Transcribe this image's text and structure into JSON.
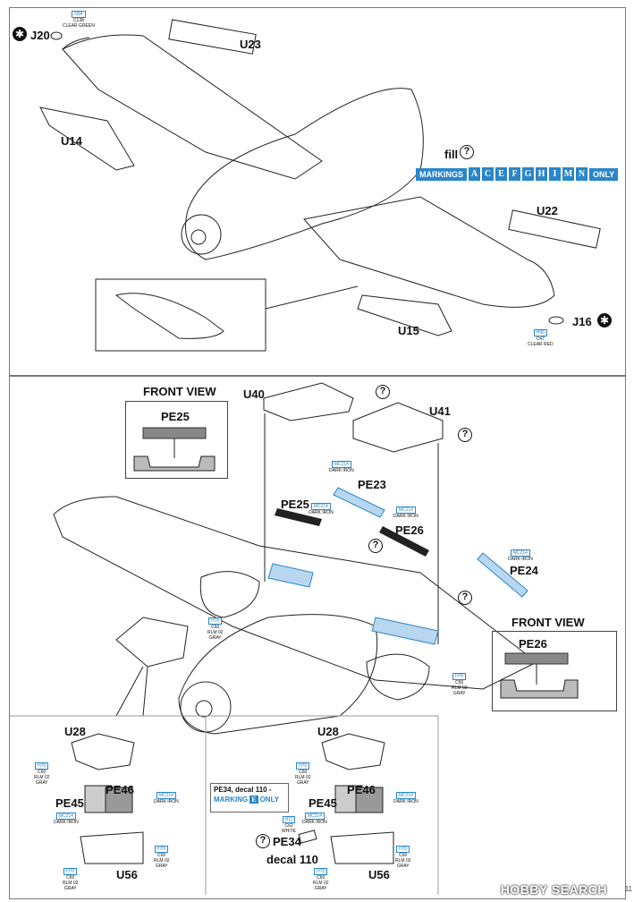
{
  "top_panel": {
    "labels": {
      "u23": "U23",
      "u14": "U14",
      "u22": "U22",
      "u15": "U15",
      "j20": "J20",
      "j16": "J16",
      "fill": "fill"
    },
    "paint_j20": {
      "code": "H94",
      "c": "C138",
      "name": "CLEAR GREEN"
    },
    "paint_j16": {
      "code": "H90",
      "c": "C47",
      "name": "CLEAR RED"
    },
    "markings": {
      "prefix": "MARKINGS",
      "letters": [
        "A",
        "C",
        "E",
        "F",
        "G",
        "H",
        "I",
        "M",
        "N"
      ],
      "suffix": "ONLY"
    }
  },
  "bottom_panel": {
    "front_view_left": {
      "title": "FRONT VIEW",
      "part": "PE25"
    },
    "front_view_right": {
      "title": "FRONT VIEW",
      "part": "PE26"
    },
    "labels": {
      "u40": "U40",
      "u41": "U41",
      "pe23": "PE23",
      "pe25": "PE25",
      "pe26": "PE26",
      "pe24": "PE24"
    },
    "paint_dark_iron": {
      "code": "MC214",
      "name": "DARK IRON"
    },
    "paint_gray": {
      "code": "H70",
      "c": "C60",
      "name1": "RLM 02",
      "name2": "GRAY"
    },
    "sub_left": {
      "u28": "U28",
      "pe45": "PE45",
      "pe46": "PE46",
      "u56": "U56"
    },
    "sub_right": {
      "u28": "U28",
      "pe45": "PE45",
      "pe46": "PE46",
      "u56": "U56",
      "pe34": "PE34",
      "decal": "decal 110",
      "note_line1": "PE34, decal 110 -",
      "note_marking": "MARKING",
      "note_letter": "E",
      "note_only": "ONLY",
      "paint_white": {
        "code": "H11",
        "c": "C62",
        "name": "WHITE"
      }
    }
  },
  "footer": {
    "watermark": "HOBBY SEARCH",
    "page": "11"
  },
  "colors": {
    "accent": "#2a86c8",
    "pe_blue": "#b9d6f0"
  }
}
